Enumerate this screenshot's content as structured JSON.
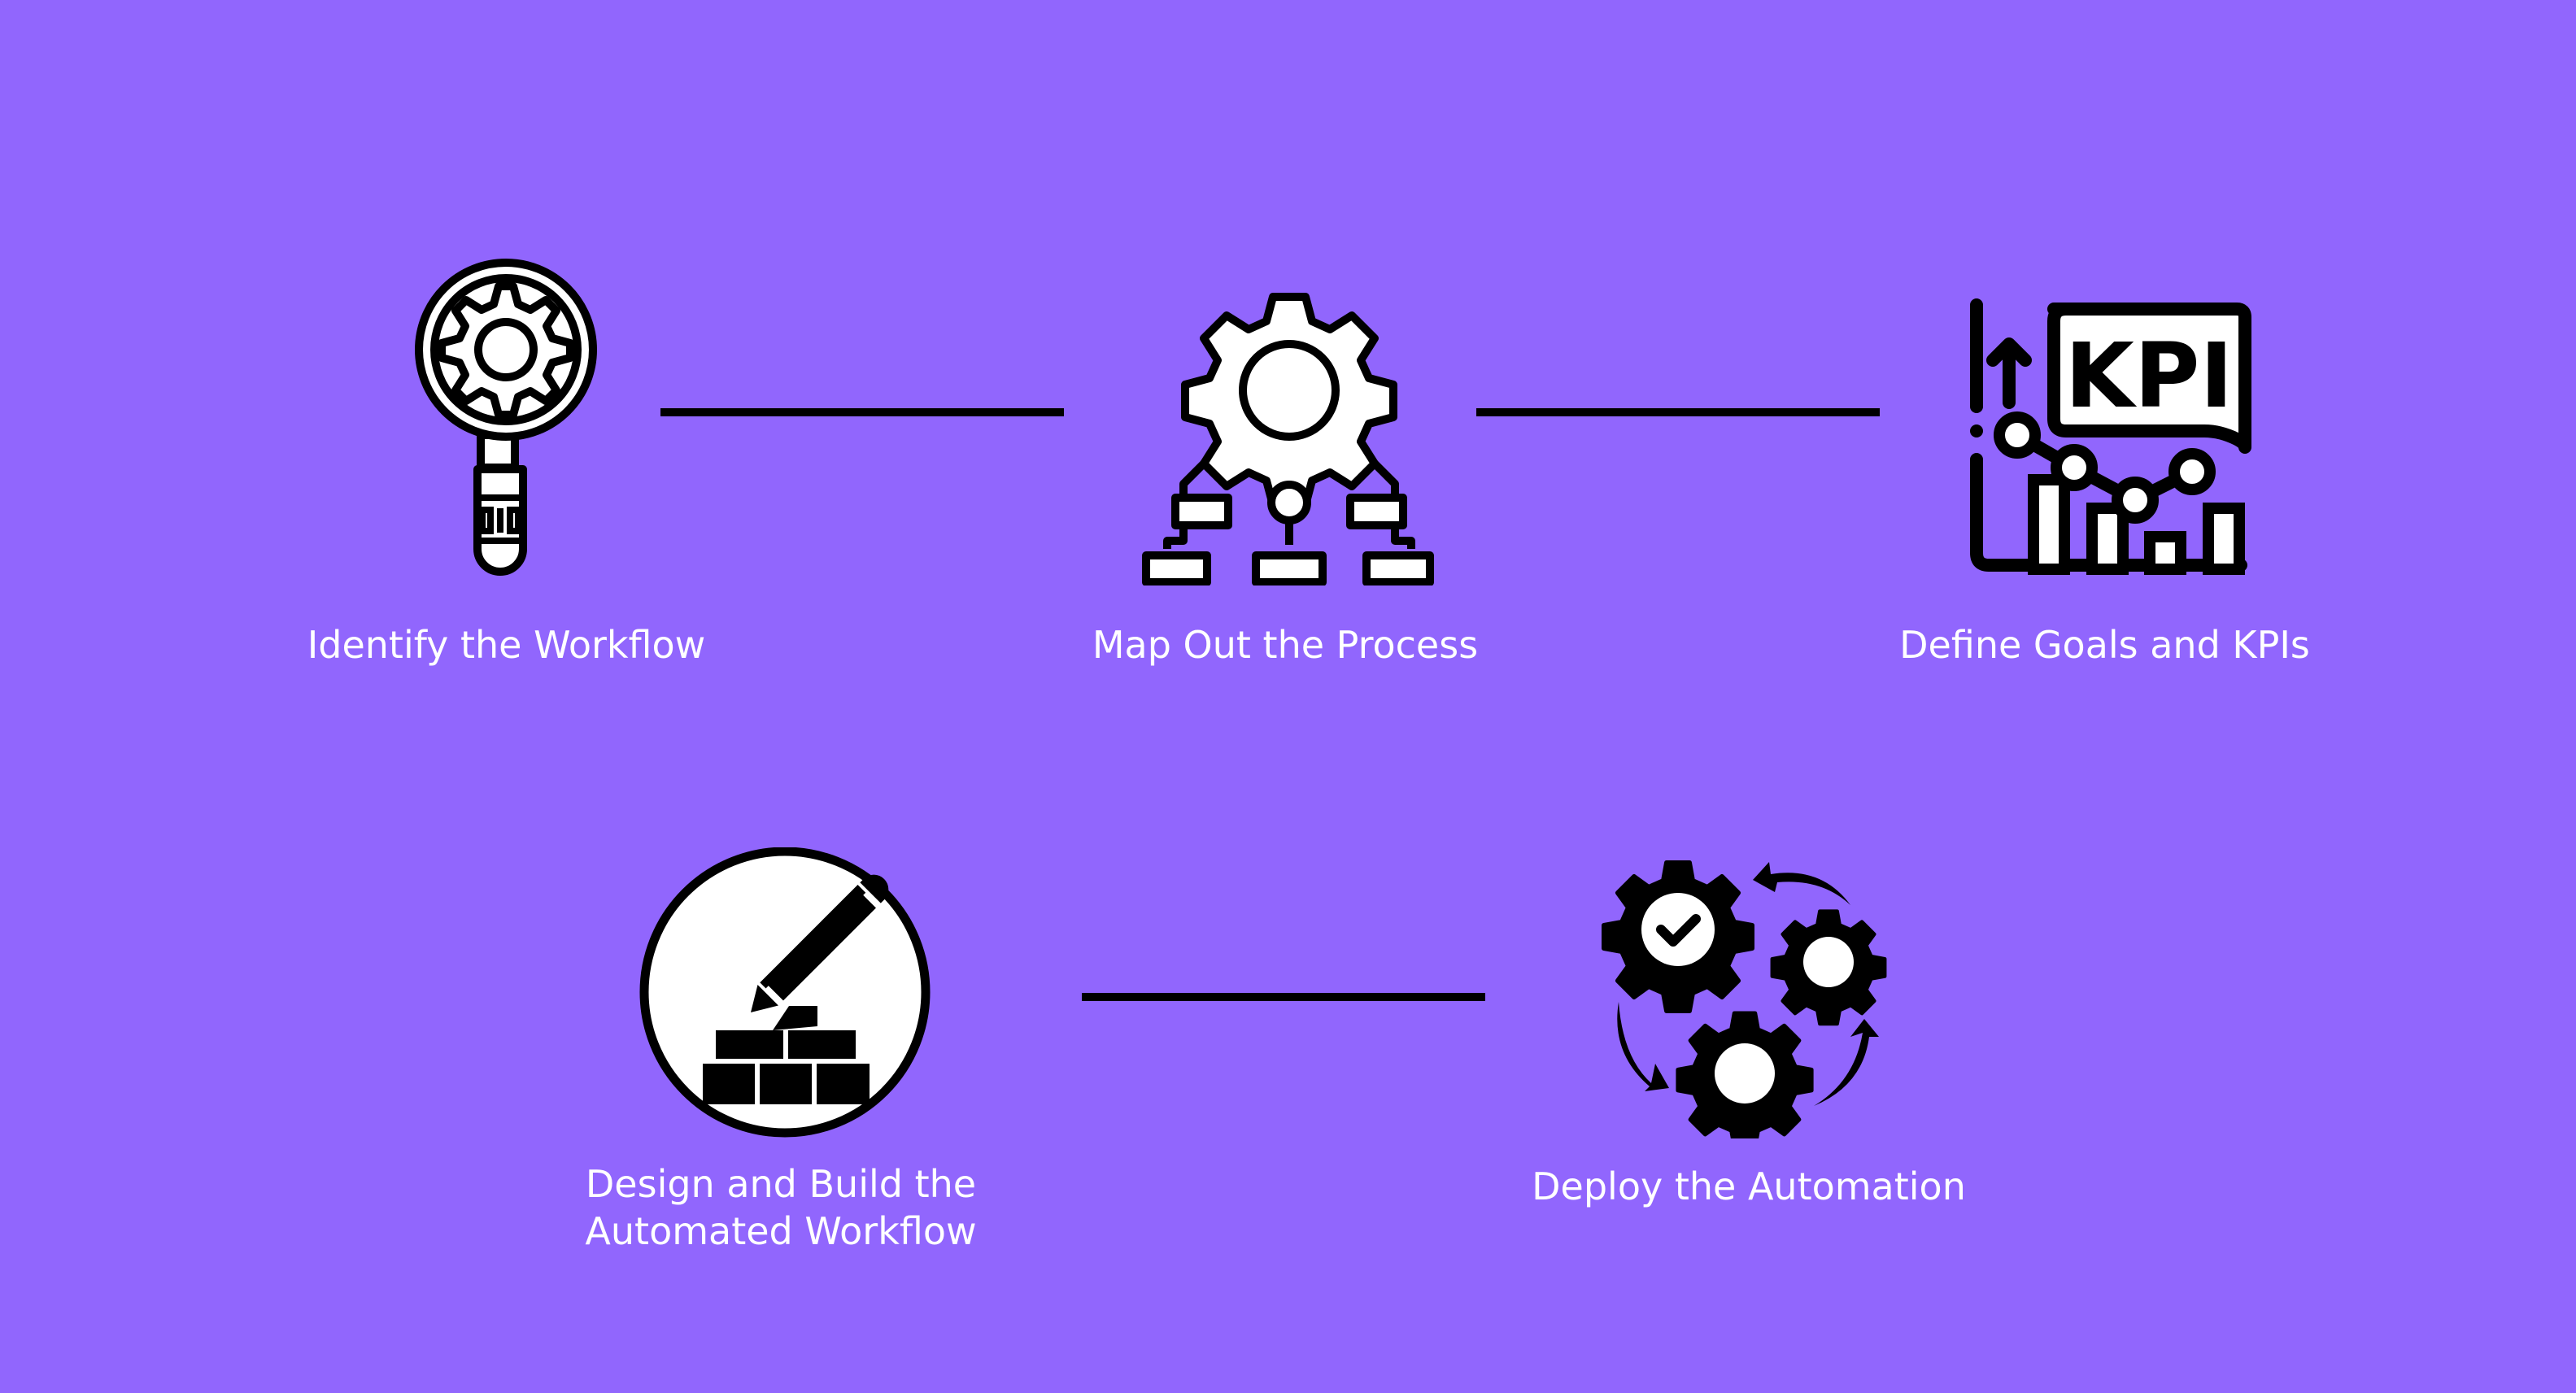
{
  "colors": {
    "background": "#9166fd",
    "ink": "#000000",
    "fill": "#ffffff"
  },
  "steps": [
    {
      "id": "identify",
      "label": "Identify the Workflow",
      "icon": "magnifier-gear-icon"
    },
    {
      "id": "map",
      "label": "Map Out the Process",
      "icon": "gear-flowchart-icon"
    },
    {
      "id": "goals",
      "label": "Define Goals and KPIs",
      "icon": "kpi-chart-icon",
      "icon_text": "KPI"
    },
    {
      "id": "design",
      "label_lines": [
        "Design and Build the",
        "Automated Workflow"
      ],
      "icon": "pencil-bricks-icon"
    },
    {
      "id": "deploy",
      "label": "Deploy the Automation",
      "icon": "gears-cycle-icon"
    }
  ]
}
